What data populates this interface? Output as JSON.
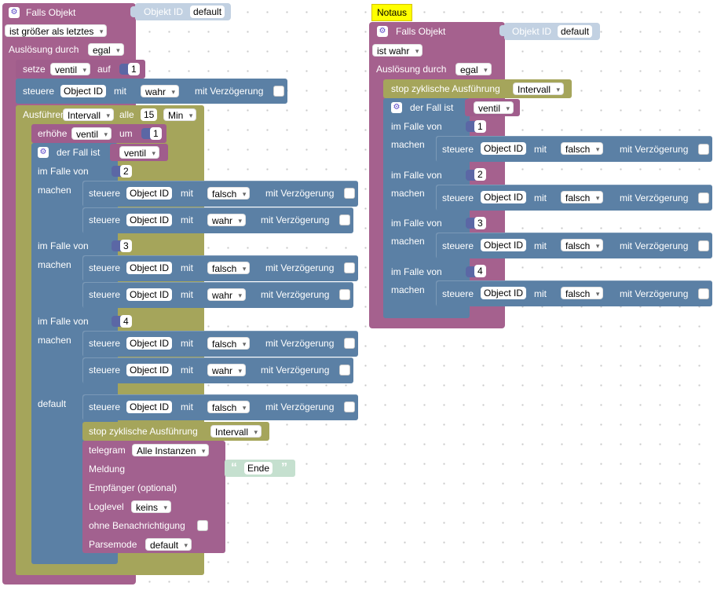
{
  "left_program": {
    "trigger": {
      "title": "Falls Objekt",
      "object_label": "Objekt ID",
      "object_value": "default",
      "condition": "ist größer als letztes",
      "trigger_by_label": "Auslösung durch",
      "trigger_by_value": "egal"
    },
    "set_var": {
      "label": "setze",
      "var": "ventil",
      "to_label": "auf",
      "value": "1"
    },
    "control": {
      "label": "steuere",
      "object": "Object ID",
      "with": "mit",
      "value": "wahr",
      "delay": "mit Verzögerung"
    },
    "interval": {
      "label": "Ausführen",
      "type": "Intervall",
      "every": "alle",
      "amount": "15",
      "unit": "Min"
    },
    "increment": {
      "label": "erhöhe",
      "var": "ventil",
      "by": "um",
      "value": "1"
    },
    "switch": {
      "label": "der Fall ist",
      "var": "ventil",
      "case_label": "im Falle von",
      "do_label": "machen",
      "default_label": "default",
      "cases": [
        {
          "value": "2",
          "first": "falsch",
          "second": "wahr"
        },
        {
          "value": "3",
          "first": "falsch",
          "second": "wahr"
        },
        {
          "value": "4",
          "first": "falsch",
          "second": "wahr"
        }
      ],
      "default_control": "falsch"
    },
    "stop": {
      "label": "stop zyklische Ausführung",
      "type": "Intervall"
    },
    "telegram": {
      "label": "telegram",
      "instance": "Alle Instanzen",
      "message_label": "Meldung",
      "message": "Ende",
      "recipient_label": "Empfänger (optional)",
      "loglevel_label": "Loglevel",
      "loglevel": "keins",
      "no_notify_label": "ohne Benachrichtigung",
      "parsemode_label": "Parsemode",
      "parsemode": "default"
    }
  },
  "right_program": {
    "comment": "Notaus",
    "trigger": {
      "title": "Falls Objekt",
      "object_label": "Objekt ID",
      "object_value": "default",
      "condition": "ist wahr",
      "trigger_by_label": "Auslösung durch",
      "trigger_by_value": "egal"
    },
    "stop": {
      "label": "stop zyklische Ausführung",
      "type": "Intervall"
    },
    "switch": {
      "label": "der Fall ist",
      "var": "ventil",
      "case_label": "im Falle von",
      "do_label": "machen",
      "cases": [
        {
          "value": "1",
          "control": "falsch"
        },
        {
          "value": "2",
          "control": "falsch"
        },
        {
          "value": "3",
          "control": "falsch"
        },
        {
          "value": "4",
          "control": "falsch"
        }
      ]
    }
  }
}
